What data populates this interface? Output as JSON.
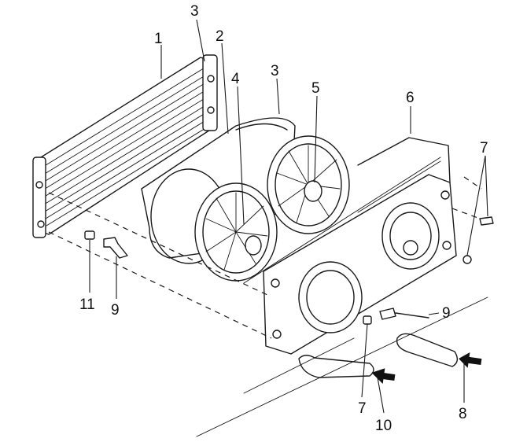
{
  "diagram": {
    "callouts": [
      {
        "id": "c1",
        "label": "1"
      },
      {
        "id": "c2",
        "label": "2"
      },
      {
        "id": "c3a",
        "label": "3"
      },
      {
        "id": "c3b",
        "label": "3"
      },
      {
        "id": "c4",
        "label": "4"
      },
      {
        "id": "c5",
        "label": "5"
      },
      {
        "id": "c6",
        "label": "6"
      },
      {
        "id": "c7a",
        "label": "7"
      },
      {
        "id": "c7b",
        "label": "7"
      },
      {
        "id": "c8",
        "label": "8"
      },
      {
        "id": "c9a",
        "label": "9"
      },
      {
        "id": "c9b",
        "label": "9"
      },
      {
        "id": "c10",
        "label": "10"
      },
      {
        "id": "c11",
        "label": "11"
      }
    ]
  }
}
